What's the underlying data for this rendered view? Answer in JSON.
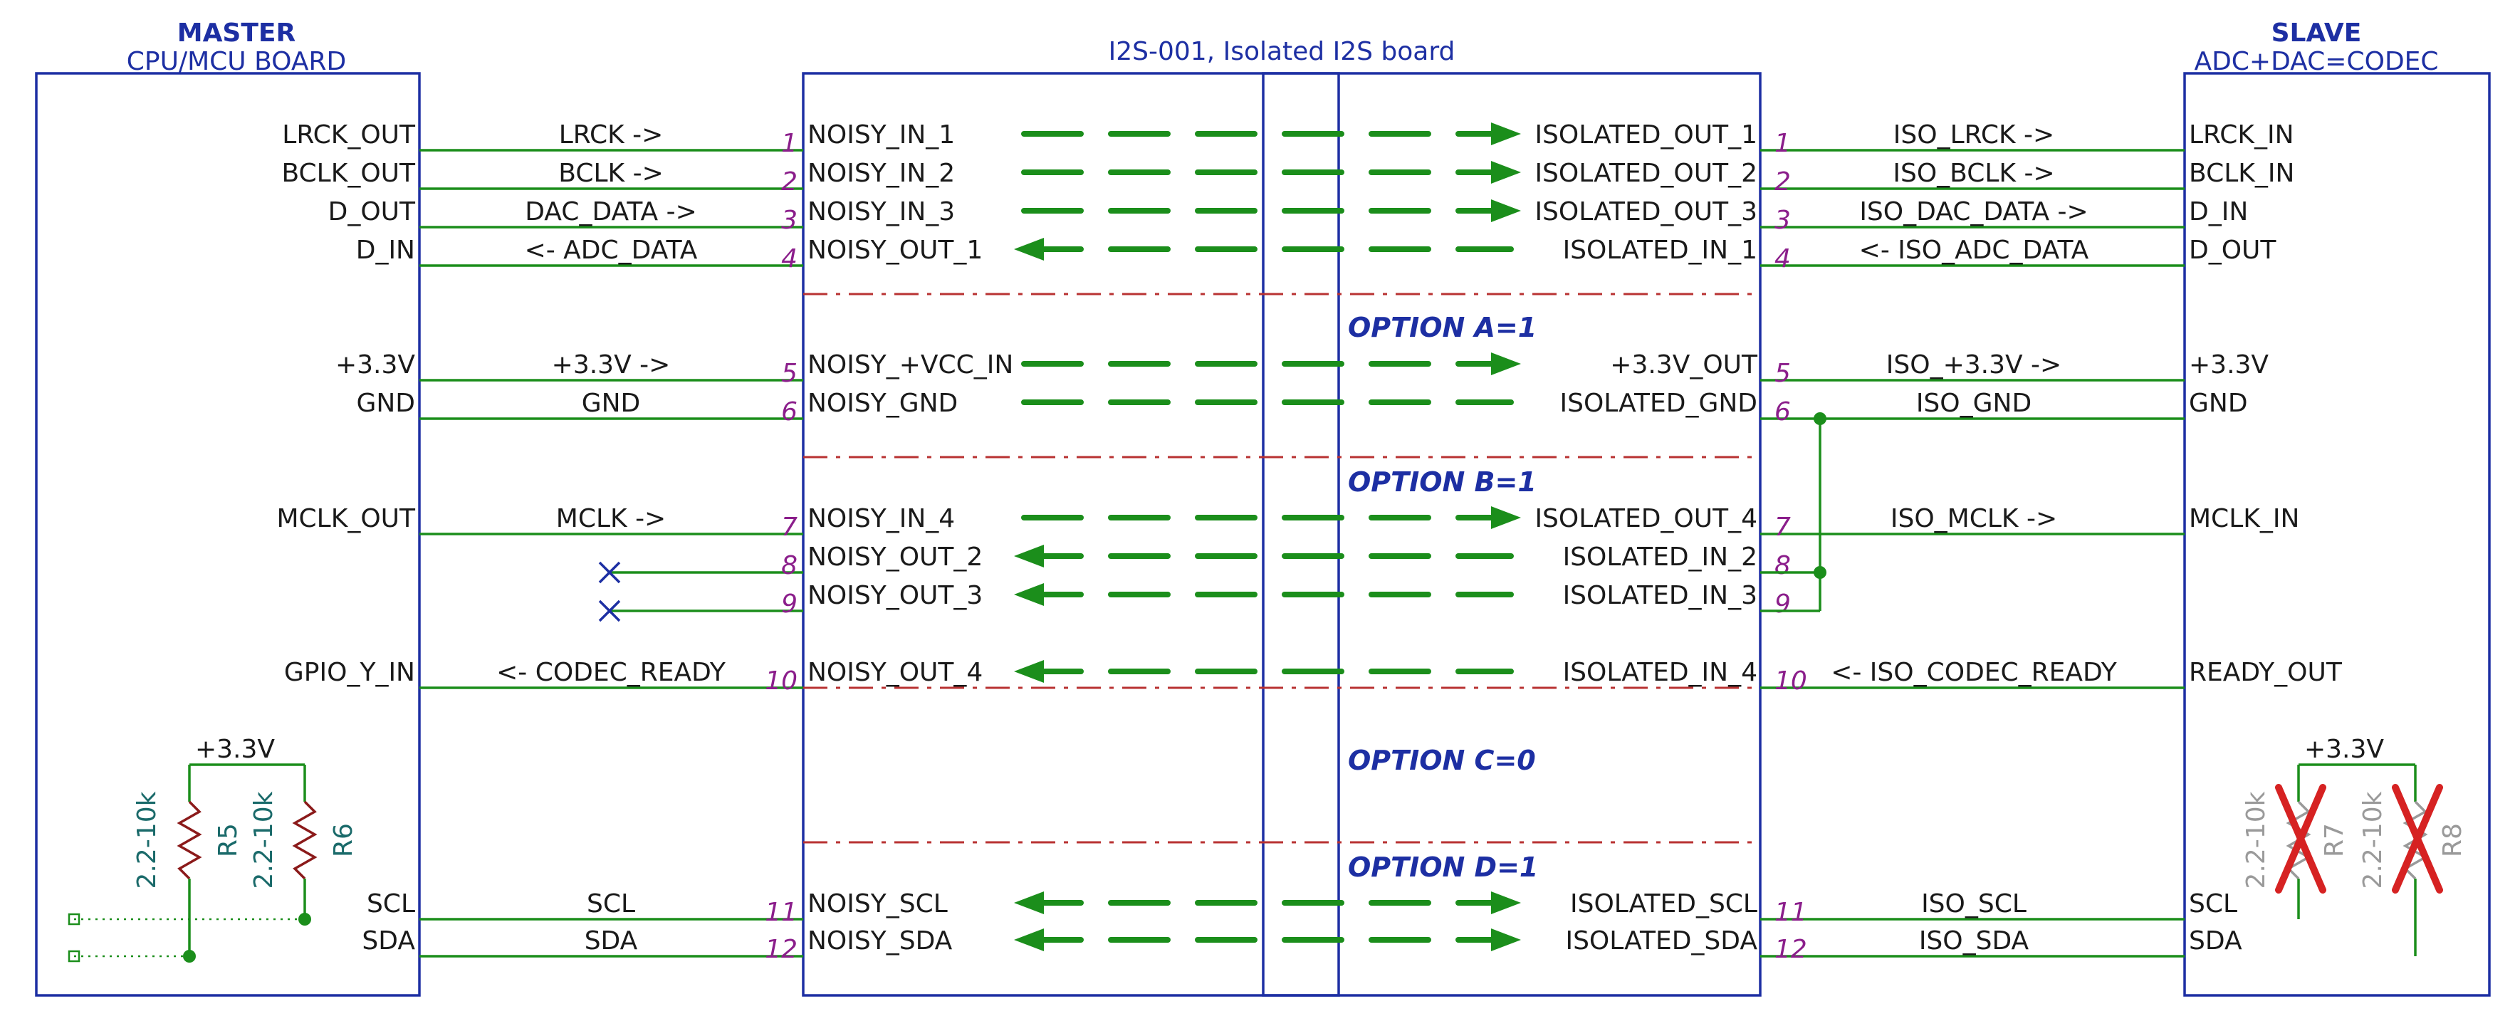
{
  "master": {
    "title": "MASTER",
    "subtitle": "CPU/MCU BOARD"
  },
  "board": {
    "title": "I2S-001, Isolated I2S board"
  },
  "slave": {
    "title": "SLAVE",
    "subtitle": "ADC+DAC=CODEC"
  },
  "signals": [
    {
      "master_pin": "LRCK_OUT",
      "net": "LRCK ->",
      "pin": "1",
      "noisy": "NOISY_IN_1",
      "dir": "right",
      "isolated": "ISOLATED_OUT_1",
      "iso_pin": "1",
      "iso_net": "ISO_LRCK ->",
      "slave_pin": "LRCK_IN"
    },
    {
      "master_pin": "BCLK_OUT",
      "net": "BCLK ->",
      "pin": "2",
      "noisy": "NOISY_IN_2",
      "dir": "right",
      "isolated": "ISOLATED_OUT_2",
      "iso_pin": "2",
      "iso_net": "ISO_BCLK ->",
      "slave_pin": "BCLK_IN"
    },
    {
      "master_pin": "D_OUT",
      "net": "DAC_DATA ->",
      "pin": "3",
      "noisy": "NOISY_IN_3",
      "dir": "right",
      "isolated": "ISOLATED_OUT_3",
      "iso_pin": "3",
      "iso_net": "ISO_DAC_DATA ->",
      "slave_pin": "D_IN"
    },
    {
      "master_pin": "D_IN",
      "net": "<- ADC_DATA",
      "pin": "4",
      "noisy": "NOISY_OUT_1",
      "dir": "left",
      "isolated": "ISOLATED_IN_1",
      "iso_pin": "4",
      "iso_net": "<- ISO_ADC_DATA",
      "slave_pin": "D_OUT"
    },
    {
      "master_pin": "+3.3V",
      "net": "+3.3V ->",
      "pin": "5",
      "noisy": "NOISY_+VCC_IN",
      "dir": "right",
      "isolated": "+3.3V_OUT",
      "iso_pin": "5",
      "iso_net": "ISO_+3.3V ->",
      "slave_pin": "+3.3V"
    },
    {
      "master_pin": "GND",
      "net": "GND",
      "pin": "6",
      "noisy": "NOISY_GND",
      "dir": "none",
      "isolated": "ISOLATED_GND",
      "iso_pin": "6",
      "iso_net": "ISO_GND",
      "slave_pin": "GND"
    },
    {
      "master_pin": "MCLK_OUT",
      "net": "MCLK ->",
      "pin": "7",
      "noisy": "NOISY_IN_4",
      "dir": "right",
      "isolated": "ISOLATED_OUT_4",
      "iso_pin": "7",
      "iso_net": "ISO_MCLK ->",
      "slave_pin": "MCLK_IN"
    },
    {
      "master_pin": "",
      "net": "",
      "pin": "8",
      "noisy": "NOISY_OUT_2",
      "dir": "left",
      "isolated": "ISOLATED_IN_2",
      "iso_pin": "8",
      "iso_net": "",
      "slave_pin": ""
    },
    {
      "master_pin": "",
      "net": "",
      "pin": "9",
      "noisy": "NOISY_OUT_3",
      "dir": "left",
      "isolated": "ISOLATED_IN_3",
      "iso_pin": "9",
      "iso_net": "",
      "slave_pin": ""
    },
    {
      "master_pin": "GPIO_Y_IN",
      "net": "<- CODEC_READY",
      "pin": "10",
      "noisy": "NOISY_OUT_4",
      "dir": "left",
      "isolated": "ISOLATED_IN_4",
      "iso_pin": "10",
      "iso_net": "<- ISO_CODEC_READY",
      "slave_pin": "READY_OUT"
    },
    {
      "master_pin": "SCL",
      "net": "SCL",
      "pin": "11",
      "noisy": "NOISY_SCL",
      "dir": "both",
      "isolated": "ISOLATED_SCL",
      "iso_pin": "11",
      "iso_net": "ISO_SCL",
      "slave_pin": "SCL"
    },
    {
      "master_pin": "SDA",
      "net": "SDA",
      "pin": "12",
      "noisy": "NOISY_SDA",
      "dir": "both",
      "isolated": "ISOLATED_SDA",
      "iso_pin": "12",
      "iso_net": "ISO_SDA",
      "slave_pin": "SDA"
    }
  ],
  "options": {
    "a": "OPTION A=1",
    "b": "OPTION B=1",
    "c": "OPTION C=0",
    "d": "OPTION D=1"
  },
  "pullups": {
    "master_rail": "+3.3V",
    "master": [
      {
        "ref": "R5",
        "value": "2.2-10k"
      },
      {
        "ref": "R6",
        "value": "2.2-10k"
      }
    ],
    "slave_rail": "+3.3V",
    "slave": [
      {
        "ref": "R7",
        "value": "2.2-10k"
      },
      {
        "ref": "R8",
        "value": "2.2-10k"
      }
    ]
  }
}
